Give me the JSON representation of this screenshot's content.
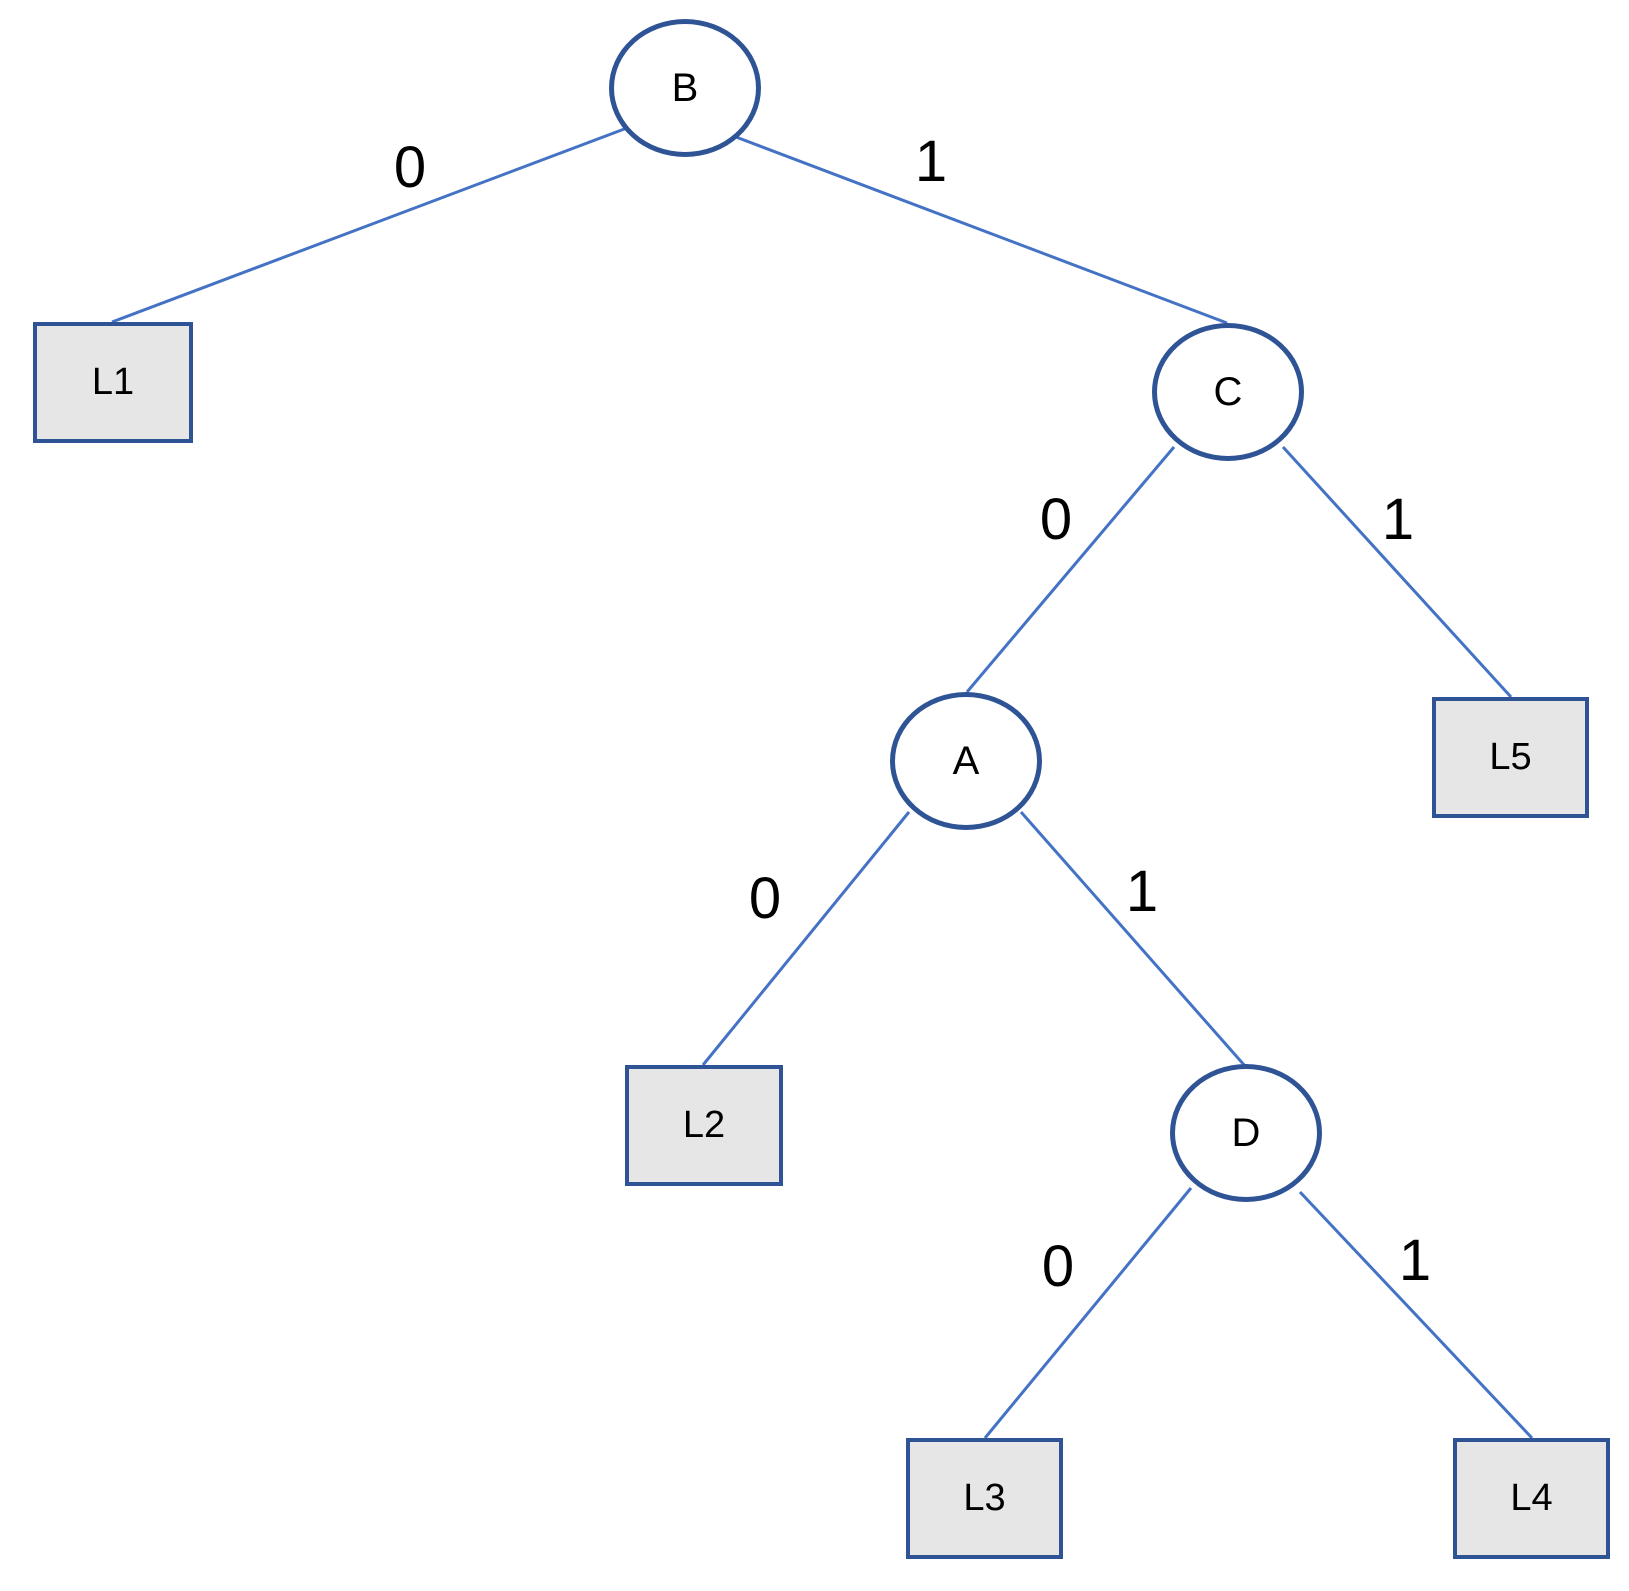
{
  "diagram": {
    "type": "binary-tree",
    "palette": {
      "background_color": "#FFFFFF",
      "edge_line_color": "#4472C4",
      "node_outline_color": "#2F5496",
      "leaf_fill_color": "#E7E6E6",
      "leaf_outline_color": "#2F5496",
      "label_color": "#000000"
    },
    "internal_nodes": [
      {
        "id": "B",
        "label": "B",
        "shape": "circle",
        "role": "root"
      },
      {
        "id": "C",
        "label": "C",
        "shape": "circle",
        "parent": "B"
      },
      {
        "id": "A",
        "label": "A",
        "shape": "circle",
        "parent": "C"
      },
      {
        "id": "D",
        "label": "D",
        "shape": "circle",
        "parent": "A"
      }
    ],
    "leaf_nodes": [
      {
        "id": "L1",
        "label": "L1",
        "shape": "rectangle",
        "parent": "B"
      },
      {
        "id": "L2",
        "label": "L2",
        "shape": "rectangle",
        "parent": "A"
      },
      {
        "id": "L3",
        "label": "L3",
        "shape": "rectangle",
        "parent": "D"
      },
      {
        "id": "L4",
        "label": "L4",
        "shape": "rectangle",
        "parent": "D"
      },
      {
        "id": "L5",
        "label": "L5",
        "shape": "rectangle",
        "parent": "C"
      }
    ],
    "edges": [
      {
        "from": "B",
        "to": "L1",
        "label": "0"
      },
      {
        "from": "B",
        "to": "C",
        "label": "1"
      },
      {
        "from": "C",
        "to": "A",
        "label": "0"
      },
      {
        "from": "C",
        "to": "L5",
        "label": "1"
      },
      {
        "from": "A",
        "to": "L2",
        "label": "0"
      },
      {
        "from": "A",
        "to": "D",
        "label": "1"
      },
      {
        "from": "D",
        "to": "L3",
        "label": "0"
      },
      {
        "from": "D",
        "to": "L4",
        "label": "1"
      }
    ]
  }
}
